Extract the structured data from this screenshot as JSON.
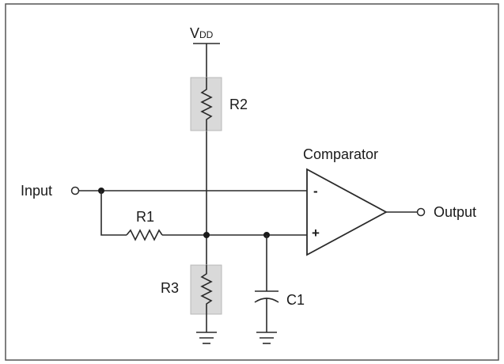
{
  "diagram": {
    "supply": {
      "main": "V",
      "sub": "DD"
    },
    "components": {
      "r1": "R1",
      "r2": "R2",
      "r3": "R3",
      "c1": "C1"
    },
    "comparator": {
      "title": "Comparator",
      "minus": "-",
      "plus": "+"
    },
    "ports": {
      "input": "Input",
      "output": "Output"
    },
    "colors": {
      "wire": "#2a2a2a",
      "resistor_box": "#d9d9d9",
      "resistor_box_border": "#b8b8b8",
      "frame": "#555555"
    }
  }
}
